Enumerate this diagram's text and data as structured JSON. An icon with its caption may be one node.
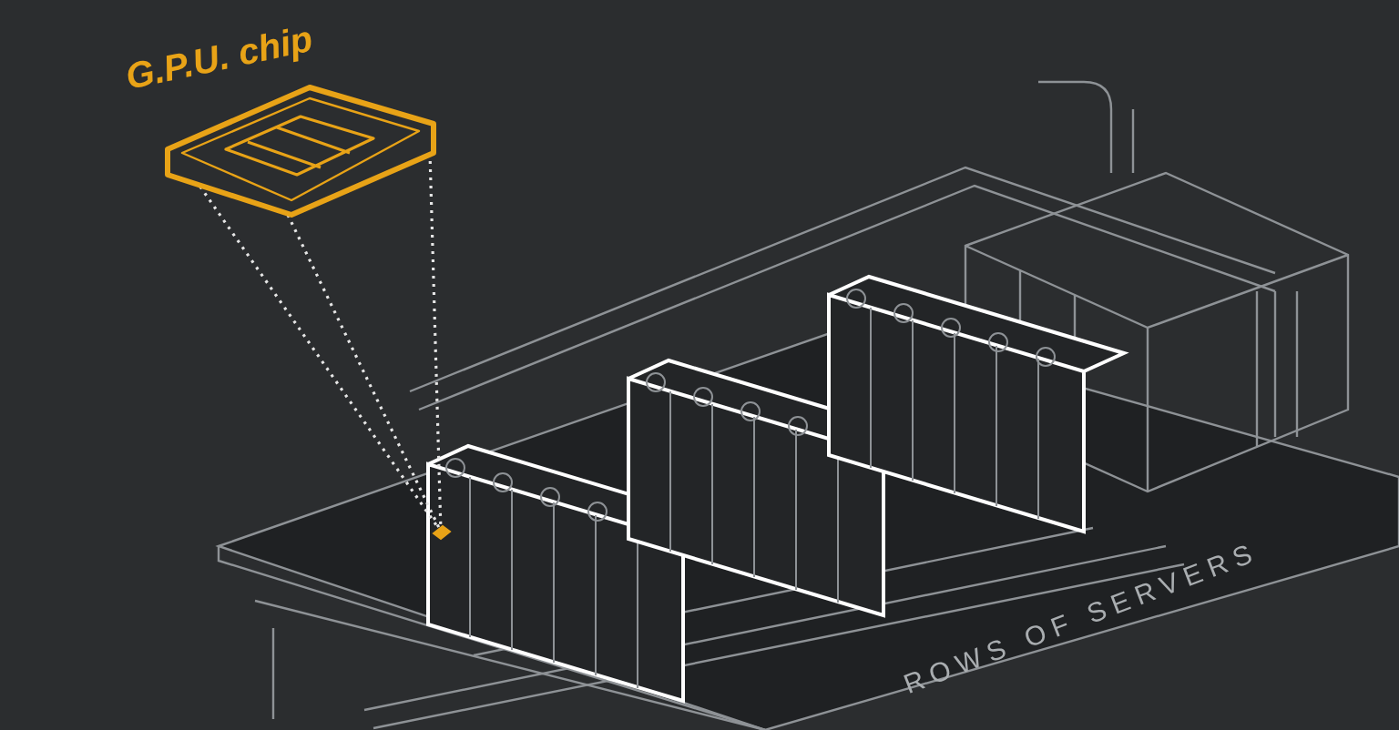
{
  "diagram": {
    "nodes": [
      {
        "text": [
          "G.P.U. chip"
        ]
      },
      {
        "text": [],
        "shape": "diamond"
      }
    ],
    "edges": [
      {
        "from": 0,
        "to": 1,
        "arrow": "none",
        "style": "dashed"
      }
    ],
    "labels": [
      "ROWS OF SERVERS"
    ]
  }
}
